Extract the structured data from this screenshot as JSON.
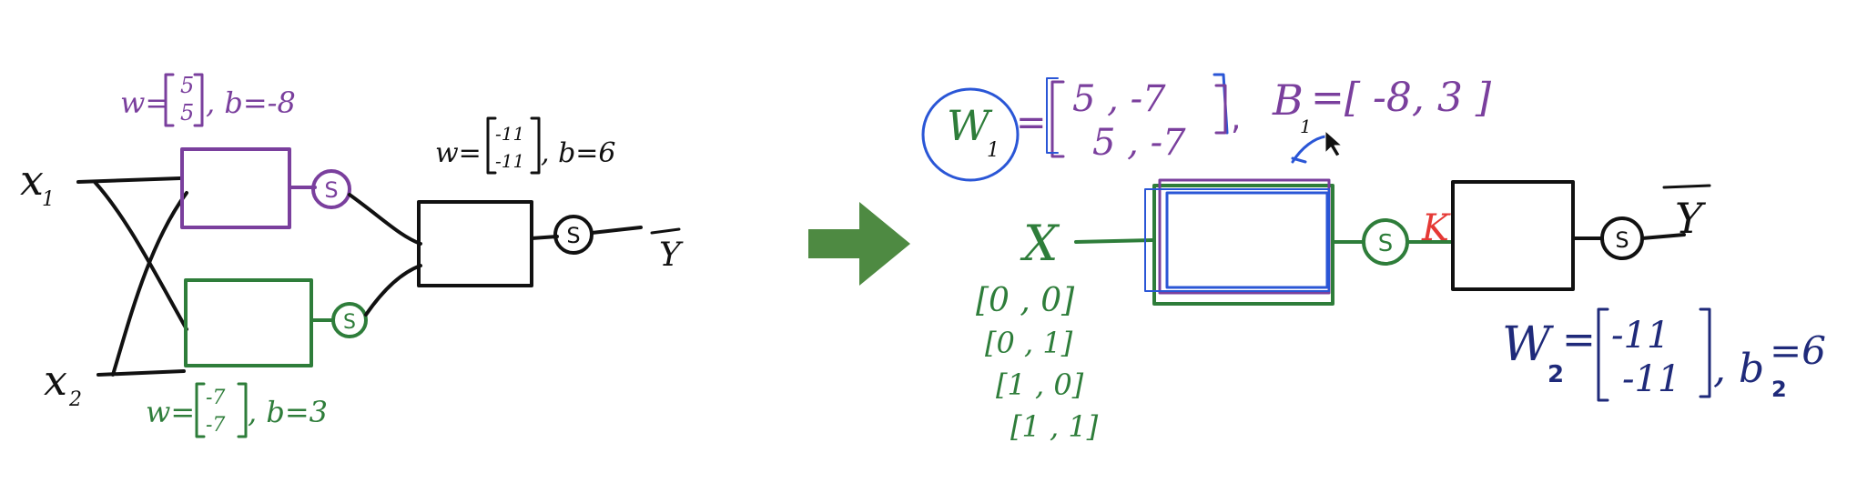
{
  "colors": {
    "black": "#111111",
    "purple": "#7a3f9d",
    "green": "#2e7d3a",
    "navy": "#1f2a7a",
    "blue": "#2a56d6",
    "red": "#e53935",
    "arrow": "#4e8a42"
  },
  "left": {
    "inputs": {
      "x1": "x",
      "x1_sub": "1",
      "x2": "x",
      "x2_sub": "2"
    },
    "purple_neuron": {
      "w_prefix": "w=",
      "w_top": "5",
      "w_bot": "5",
      "b_text": ", b=-8",
      "act": "S"
    },
    "green_neuron": {
      "w_prefix": "w=",
      "w_top": "-7",
      "w_bot": "-7",
      "b_text": ", b=3",
      "act": "S"
    },
    "out_neuron": {
      "w_prefix": "w=",
      "w_top": "-11",
      "w_bot": "-11",
      "b_text": ", b=6",
      "act": "S"
    },
    "output": "Y"
  },
  "right": {
    "W1_label": "W",
    "W1_sub": "1",
    "W1_row1": "5 , -7",
    "W1_row2": "5 , -7",
    "B1_text": "B",
    "B1_sub": "1",
    "B1_value": "=[ -8,  3 ]",
    "input": "X",
    "act1": "S",
    "k_label": "K",
    "act2": "S",
    "output": "Y",
    "truth_rows": [
      "[0 , 0]",
      "[0 , 1]",
      "[1 , 0]",
      "[1 , 1]"
    ],
    "W2_label": "W",
    "W2_sub": "2",
    "W2_top": "-11",
    "W2_bot": "-11",
    "b2_text": ", b",
    "b2_sub": "2",
    "b2_value": "=6"
  }
}
